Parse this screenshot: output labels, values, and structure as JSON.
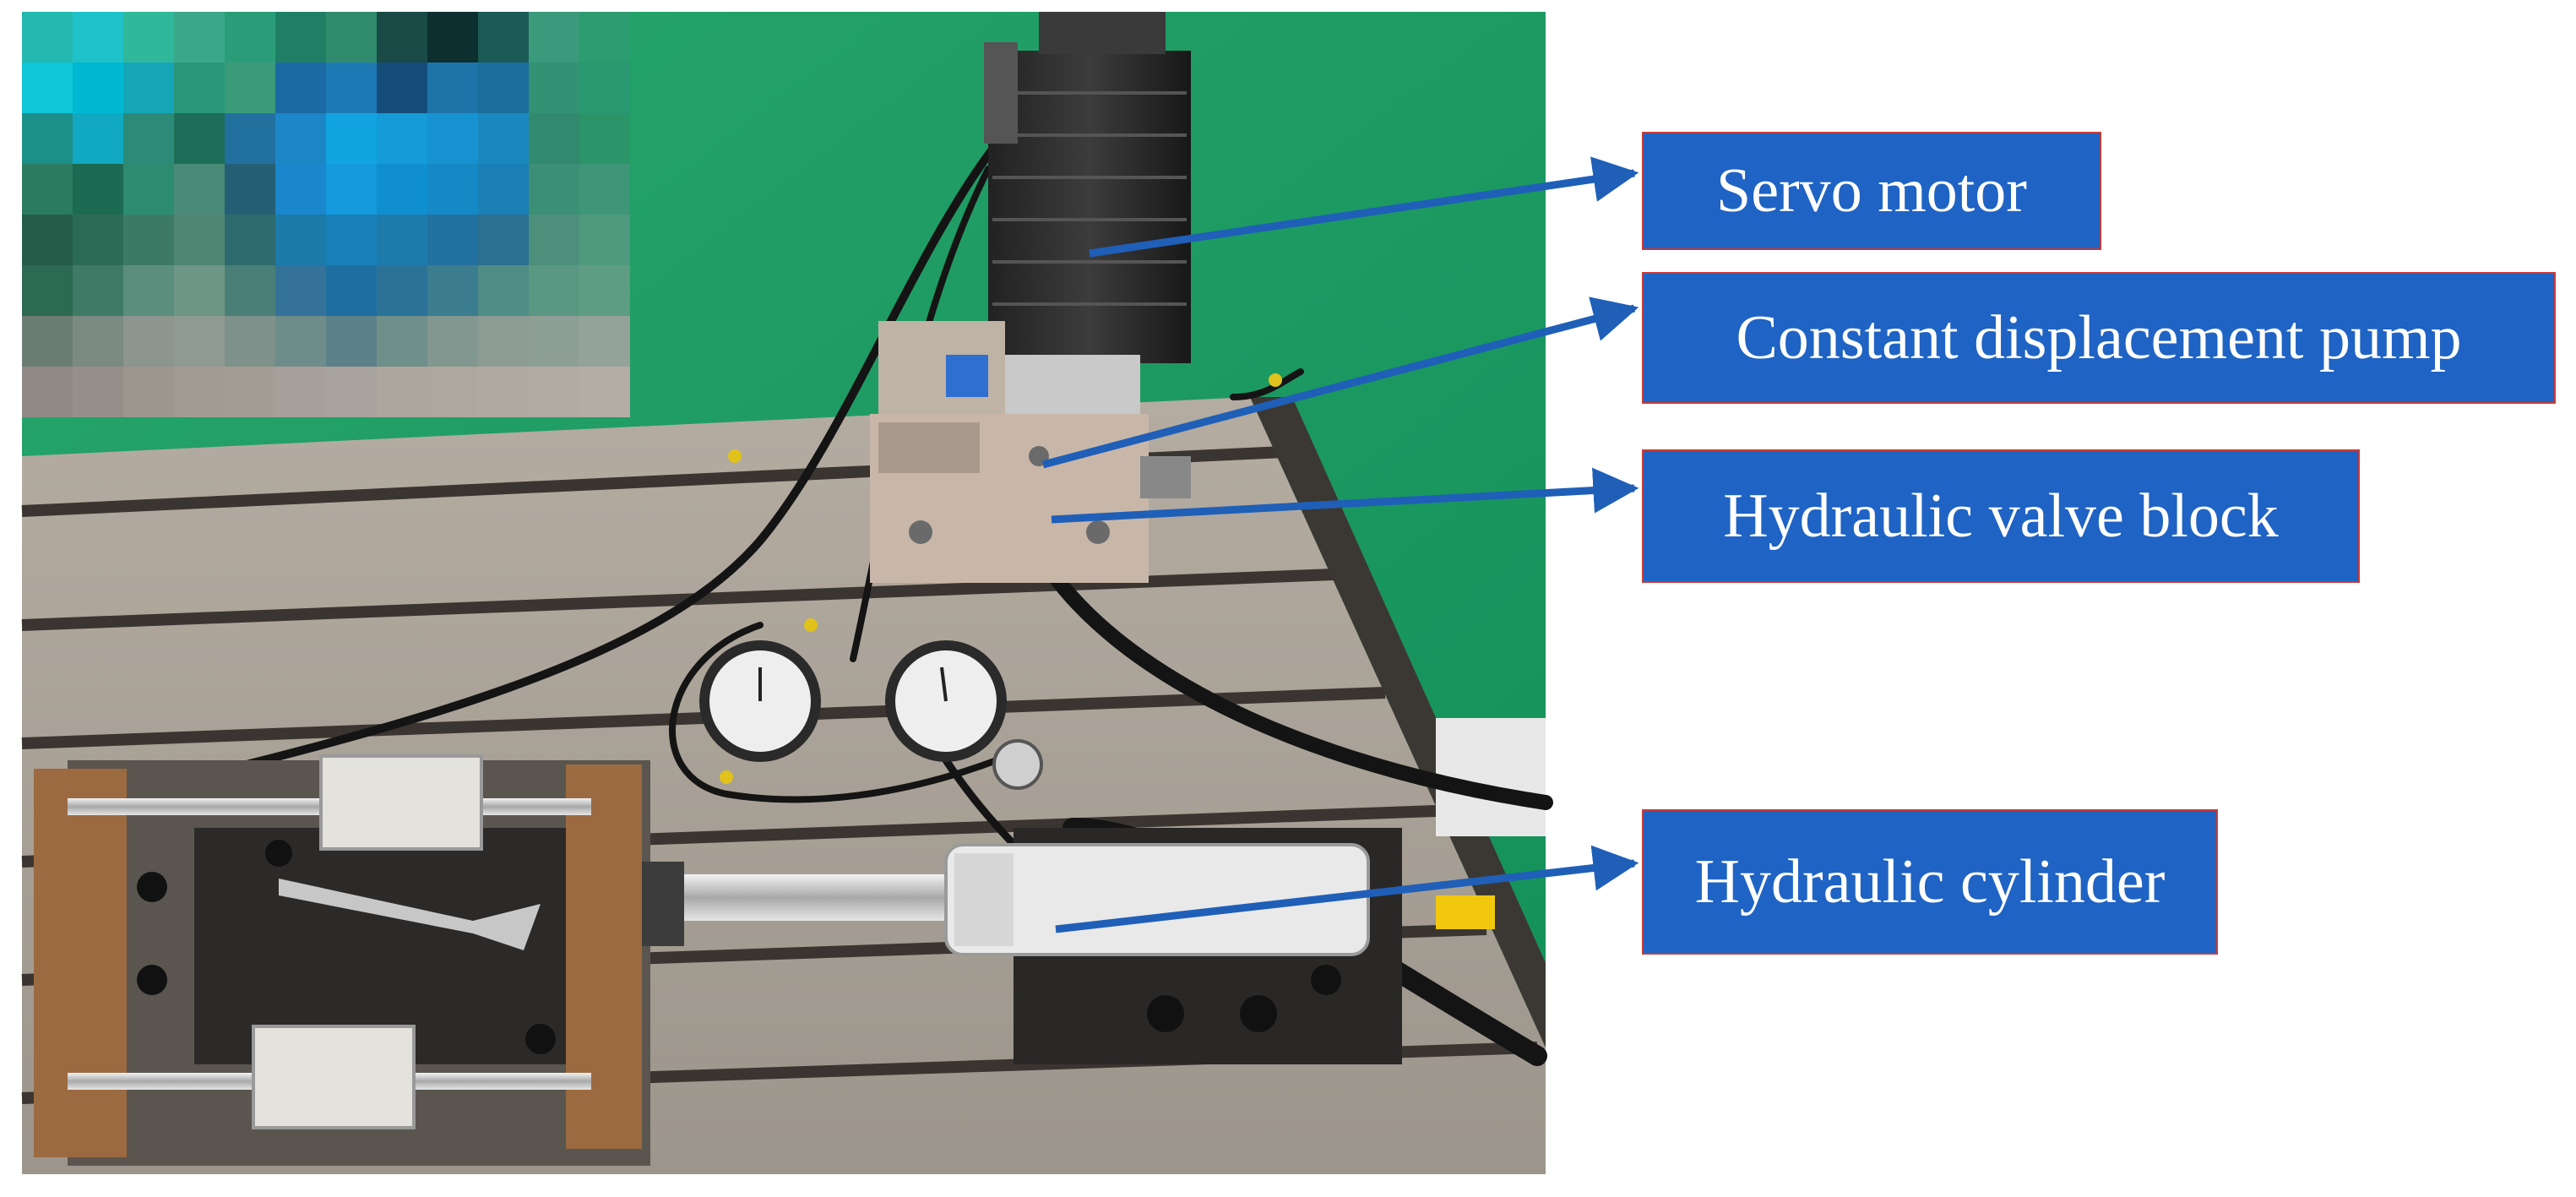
{
  "figure": {
    "image_subject": "hydraulic test bench photograph",
    "label_box_color": "#1f63c4",
    "label_border_color": "#c63b3b",
    "arrow_color": "#1f5fb8",
    "labels": [
      {
        "text": "Servo motor"
      },
      {
        "text": "Constant displacement pump"
      },
      {
        "text": "Hydraulic valve block"
      },
      {
        "text": "Hydraulic cylinder"
      }
    ]
  }
}
